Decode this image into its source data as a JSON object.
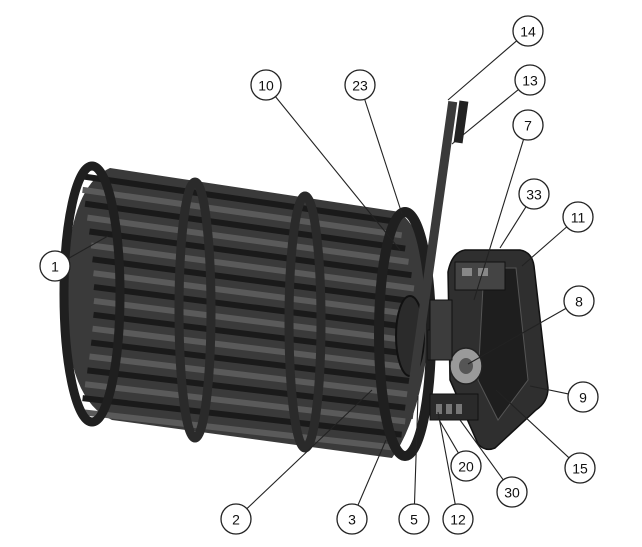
{
  "callouts": [
    {
      "label": "1"
    },
    {
      "label": "2"
    },
    {
      "label": "3"
    },
    {
      "label": "5"
    },
    {
      "label": "12"
    },
    {
      "label": "30"
    },
    {
      "label": "20"
    },
    {
      "label": "15"
    },
    {
      "label": "9"
    },
    {
      "label": "8"
    },
    {
      "label": "11"
    },
    {
      "label": "33"
    },
    {
      "label": "7"
    },
    {
      "label": "13"
    },
    {
      "label": "14"
    },
    {
      "label": "23"
    },
    {
      "label": "10"
    }
  ],
  "colors": {
    "part_dark": "#2e2e2e",
    "part_mid": "#4a4a4a",
    "part_light": "#8a8a8a",
    "line": "#222222"
  }
}
